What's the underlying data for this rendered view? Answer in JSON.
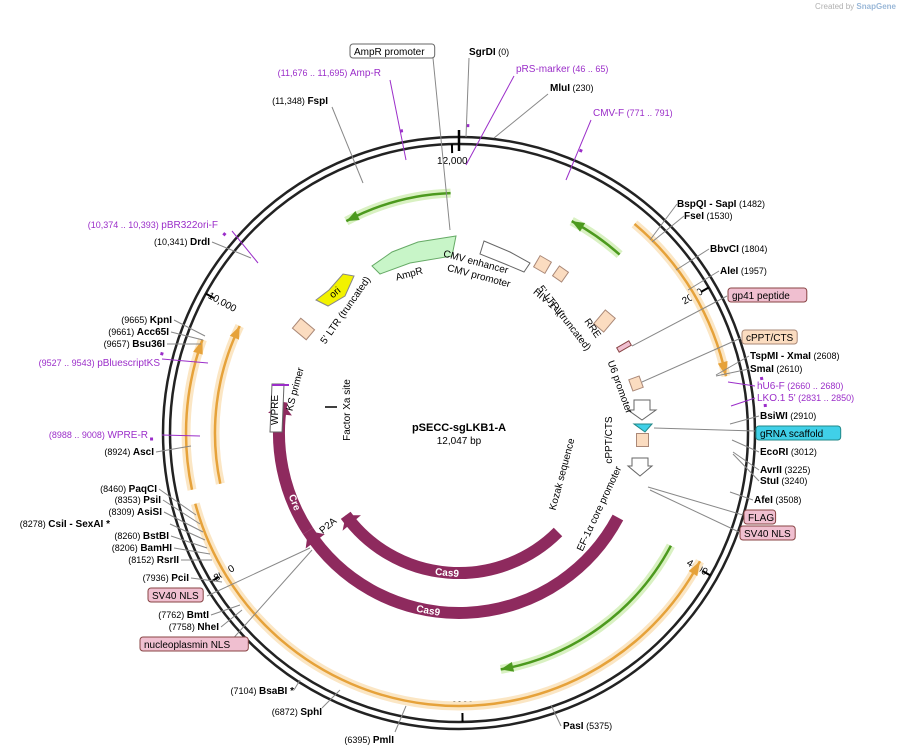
{
  "watermark": {
    "prefix": "Created by",
    "brand": "SnapGene"
  },
  "plasmid": {
    "name": "pSECC-sgLKB1-A",
    "size_label": "12,047 bp",
    "length": 12047
  },
  "ticks": [
    "12,000",
    "2000",
    "4000",
    "6000",
    "8000",
    "10,000"
  ],
  "enzymes": [
    {
      "name": "SgrDI",
      "pos": "(0)",
      "bp": 0
    },
    {
      "name": "MluI",
      "pos": "(230)",
      "bp": 230
    },
    {
      "name": "BspQI",
      "extra": "- SapI",
      "pos": "(1482)",
      "bp": 1482
    },
    {
      "name": "FseI",
      "pos": "(1530)",
      "bp": 1530
    },
    {
      "name": "BbvCI",
      "pos": "(1804)",
      "bp": 1804
    },
    {
      "name": "AleI",
      "pos": "(1957)",
      "bp": 1957
    },
    {
      "name": "TspMI",
      "extra": "- XmaI",
      "pos": "(2608)",
      "bp": 2608
    },
    {
      "name": "SmaI",
      "pos": "(2610)",
      "bp": 2610
    },
    {
      "name": "BsiWI",
      "pos": "(2910)",
      "bp": 2910
    },
    {
      "name": "EcoRI",
      "pos": "(3012)",
      "bp": 3012
    },
    {
      "name": "AvrII",
      "pos": "(3225)",
      "bp": 3225
    },
    {
      "name": "StuI",
      "pos": "(3240)",
      "bp": 3240
    },
    {
      "name": "AfeI",
      "pos": "(3508)",
      "bp": 3508
    },
    {
      "name": "PasI",
      "pos": "(5375)",
      "bp": 5375
    },
    {
      "name": "PmlI",
      "pos": "(6395)",
      "bp": 6395
    },
    {
      "name": "SphI",
      "pos": "(6872)",
      "bp": 6872
    },
    {
      "name": "BsaBI *",
      "pos": "(7104)",
      "bp": 7104
    },
    {
      "name": "NheI",
      "pos": "(7758)",
      "bp": 7758
    },
    {
      "name": "BmtI",
      "pos": "(7762)",
      "bp": 7762
    },
    {
      "name": "PciI",
      "pos": "(7936)",
      "bp": 7936
    },
    {
      "name": "RsrII",
      "pos": "(8152)",
      "bp": 8152
    },
    {
      "name": "BamHI",
      "pos": "(8206)",
      "bp": 8206
    },
    {
      "name": "BstBI",
      "pos": "(8260)",
      "bp": 8260
    },
    {
      "name": "CsiI",
      "extra": "- SexAI *",
      "pos": "(8278)",
      "bp": 8278
    },
    {
      "name": "AsiSI",
      "pos": "(8309)",
      "bp": 8309
    },
    {
      "name": "PsiI",
      "pos": "(8353)",
      "bp": 8353
    },
    {
      "name": "PaqCI",
      "pos": "(8460)",
      "bp": 8460
    },
    {
      "name": "AscI",
      "pos": "(8924)",
      "bp": 8924
    },
    {
      "name": "Bsu36I",
      "pos": "(9657)",
      "bp": 9657
    },
    {
      "name": "Acc65I",
      "pos": "(9661)",
      "bp": 9661
    },
    {
      "name": "KpnI",
      "pos": "(9665)",
      "bp": 9665
    },
    {
      "name": "DrdI",
      "pos": "(10,341)",
      "bp": 10341
    },
    {
      "name": "FspI",
      "pos": "(11,348)",
      "bp": 11348
    }
  ],
  "primers": [
    {
      "name": "Amp-R",
      "range": "(11,676 .. 11,695)",
      "bp": 11686
    },
    {
      "name": "pRS-marker",
      "range": "(46 .. 65)",
      "bp": 55
    },
    {
      "name": "CMV-F",
      "range": "(771 .. 791)",
      "bp": 781
    },
    {
      "name": "hU6-F",
      "range": "(2660 .. 2680)",
      "bp": 2670
    },
    {
      "name": "LKO.1 5'",
      "range": "(2831 .. 2850)",
      "bp": 2840
    },
    {
      "name": "WPRE-R",
      "range": "(8988 .. 9008)",
      "bp": 8998
    },
    {
      "name": "pBluescriptKS",
      "range": "(9527 .. 9543)",
      "bp": 9535
    },
    {
      "name": "pBR322ori-F",
      "range": "(10,374 .. 10,393)",
      "bp": 10383
    }
  ],
  "boxed_labels": {
    "ampr_promoter": "AmpR promoter",
    "gp41": "gp41 peptide",
    "cppt": "cPPT/CTS",
    "grna": "gRNA scaffold",
    "flag": "FLAG",
    "sv40_right": "SV40 NLS",
    "sv40_left": "SV40 NLS",
    "nucleoplasmin": "nucleoplasmin NLS"
  },
  "inner_labels": {
    "ampr": "AmpR",
    "ori": "ori",
    "ltr5_left": "5' LTR (truncated)",
    "cmv_enh": "CMV enhancer",
    "cmv_prom": "CMV promoter",
    "hiv": "HIV-1 ψ",
    "ltr5_right": "5' LTR (truncated)",
    "rre": "RRE",
    "u6": "U6 promoter",
    "cppt_inner": "cPPT/CTS",
    "ef1a": "EF-1α core promoter",
    "kozak": "Kozak sequence",
    "cas9_inner": "Cas9",
    "cas9_outer": "Cas9",
    "cre": "Cre",
    "p2a": "P2A",
    "factor_xa": "Factor Xa site",
    "wpre": "WPRE",
    "ks_primer": "KS primer"
  },
  "colors": {
    "backbone": "#222222",
    "cas9": "#8e2a5e",
    "orange_arc": "#e6a23a",
    "orange_glow": "#fbe6c4",
    "green_arc": "#4c9a1e",
    "green_glow": "#d9f1c2",
    "primer": "#9b2ec9",
    "ori_fill": "#f2f200",
    "ampr_fill": "#c8f5c8",
    "box_peach": "#fbdcc0",
    "box_pink": "#f0bfd0",
    "box_cyan": "#40d0e8"
  }
}
